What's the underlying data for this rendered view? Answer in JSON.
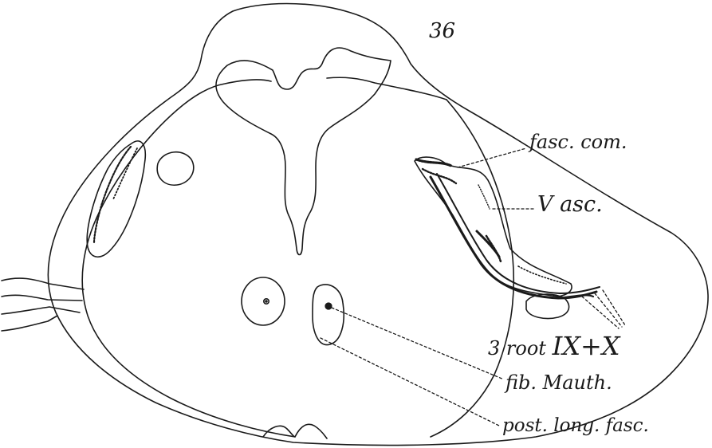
{
  "figure": {
    "number": "36",
    "labels": {
      "fasc_com": "fasc. com.",
      "v_asc": "V asc.",
      "root_prefix": "3 root",
      "root_nerves": "IX+X",
      "fib_mauth": "fib. Mauth.",
      "post_long_fasc": "post. long. fasc."
    },
    "colors": {
      "ink": "#1a1a1a",
      "paper": "#ffffff"
    }
  }
}
